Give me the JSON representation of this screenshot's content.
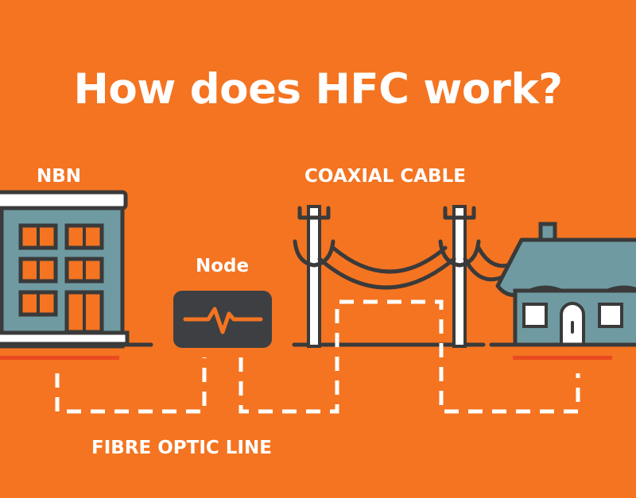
{
  "title": "How does HFC work?",
  "labels": {
    "nbn": "NBN",
    "node": "Node",
    "coaxial_cable": "COAXIAL CABLE",
    "fibre_optic_line": "FIBRE OPTIC LINE"
  },
  "colors": {
    "background": "#f47421",
    "building_fill": "#6f9aa1",
    "outline": "#3a3a3a",
    "white": "#ffffff",
    "ground_highlight": "#ea4a1f"
  }
}
